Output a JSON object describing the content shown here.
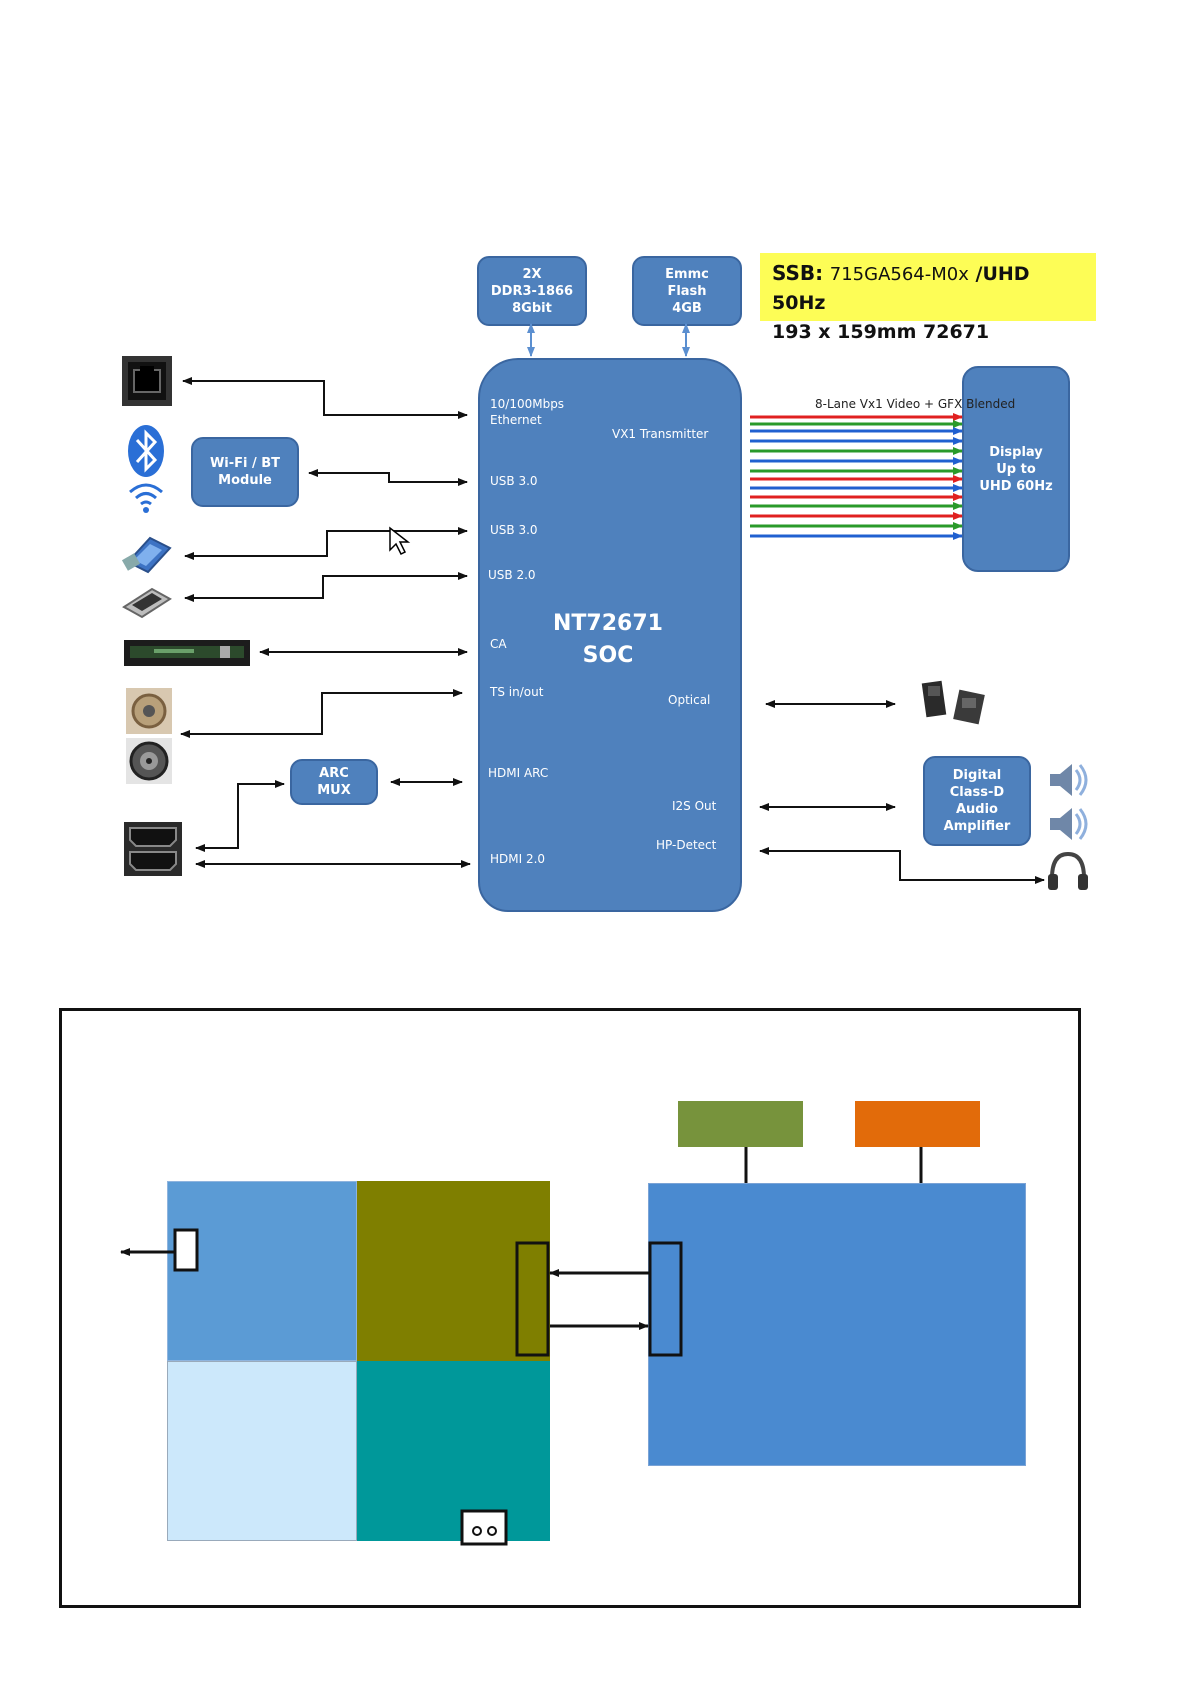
{
  "ssb": {
    "line1_prefix": "SSB:",
    "line1_part": "715GA564-M0x",
    "line1_suffix": "/UHD 50Hz",
    "line2": "193 x 159mm  72671"
  },
  "top_boxes": {
    "ddr": "2X\nDDR3-1866\n8Gbit",
    "emmc": "Emmc\nFlash\n4GB"
  },
  "soc": {
    "name_line1": "NT72671",
    "name_line2": "SOC",
    "ports_left": {
      "ethernet": "10/100Mbps\nEthernet",
      "usb30_a": "USB 3.0",
      "usb30_b": "USB 3.0",
      "usb20": "USB 2.0",
      "ca": "CA",
      "ts": "TS in/out",
      "hdmi_arc": "HDMI ARC",
      "hdmi20": "HDMI 2.0"
    },
    "ports_right": {
      "vx1": "VX1 Transmitter",
      "optical": "Optical",
      "i2s": "I2S Out",
      "hp": "HP-Detect"
    }
  },
  "wifi_module": "Wi-Fi / BT\nModule",
  "arc_mux": "ARC\nMUX",
  "display": "Display\nUp to\nUHD 60Hz",
  "amplifier": "Digital\nClass-D\nAudio\nAmplifier",
  "vx1_label": "8-Lane Vx1 Video + GFX Blended",
  "colors": {
    "box_fill": "#4f81bd",
    "box_border": "#3a66a0",
    "ssb_highlight": "#fdfd56",
    "lane_red": "#e02020",
    "lane_green": "#2a9a2a",
    "lane_blue": "#2060d0",
    "panel_blue_light": "#5b9bd5",
    "panel_olive": "#7f7f00",
    "panel_pale": "#cce8fb",
    "panel_teal": "#00989a",
    "panel_right": "#4a8ad0",
    "panel_green": "#77933c",
    "panel_orange": "#e26b0a"
  },
  "icons": [
    "ethernet-port-icon",
    "bluetooth-icon",
    "wifi-icon",
    "usb3-connector-icon",
    "usb2-connector-icon",
    "ci-card-slot-icon",
    "f-connector-icon",
    "coax-connector-icon",
    "hdmi-ports-icon",
    "optical-ports-icon",
    "speaker-icon",
    "headphone-icon",
    "mouse-cursor-icon"
  ]
}
